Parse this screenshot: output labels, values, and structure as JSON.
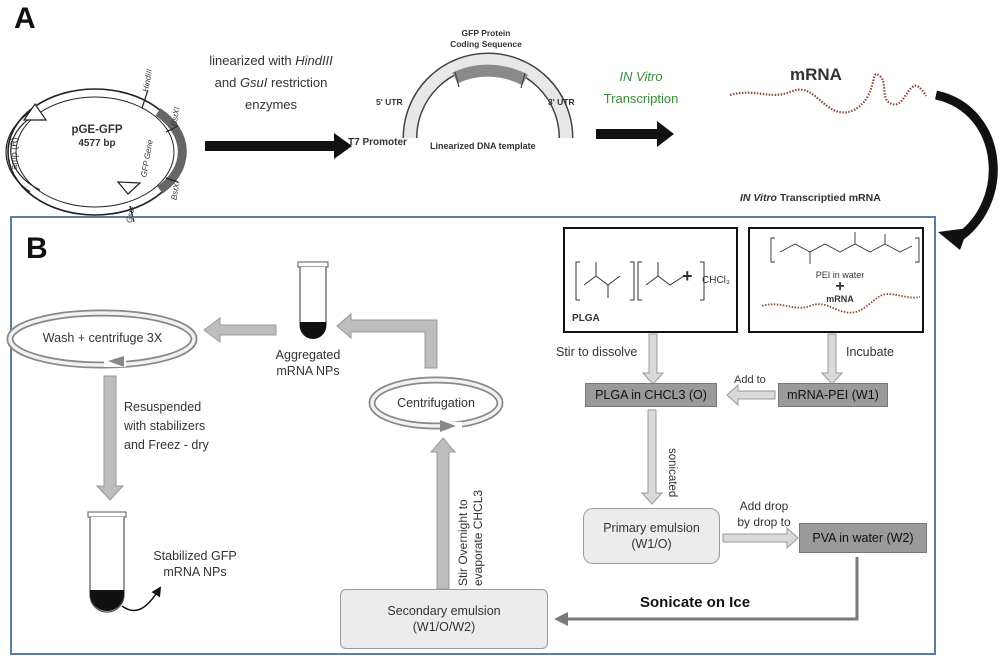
{
  "panel_a": {
    "letter": "A",
    "plasmid_name": "pGE-GFP",
    "plasmid_size": "4577 bp",
    "amp_label": "amp (R)",
    "gfp_gene_label": "GFP Gene",
    "hindiii_label": "HindIII",
    "bstx1_label": "BstXI",
    "bstx2_label": "BstXI",
    "gsui_label": "GsuI",
    "step1_text1": "linearized with ",
    "step1_italic1": "HindIII",
    "step1_text2": "and ",
    "step1_italic2": "GsuI",
    "step1_text3": " restriction",
    "step1_text4": "enzymes",
    "t7_label": "T7 Promoter",
    "gfp_protein_line1": "GFP Protein",
    "gfp_protein_line2": "Coding Sequence",
    "utr5_label": "5' UTR",
    "utr3_label": "3' UTR",
    "template_label": "Linearized DNA template",
    "ivt_italic": "IN Vitro",
    "ivt_text": "Transcription",
    "mrna_label": "mRNA",
    "ivt_mrna_italic": "IN Vitro",
    "ivt_mrna_text": " Transcriptied mRNA"
  },
  "panel_b": {
    "letter": "B",
    "plga_label": "PLGA",
    "chcl3_label": "CHCl₃",
    "pei_label": "PEI in water",
    "mrna_small_label": "mRNA",
    "stir_dissolve": "Stir to dissolve",
    "incubate": "Incubate",
    "add_to": "Add to",
    "plga_box": "PLGA in CHCL3 (O)",
    "mrna_pei_box": "mRNA-PEI (W1)",
    "sonicated": "sonicated",
    "primary_line1": "Primary emulsion",
    "primary_line2": "(W1/O)",
    "add_drop_line1": "Add drop",
    "add_drop_line2": "by drop to",
    "pva_box": "PVA in water (W2)",
    "sonicate_ice": "Sonicate on Ice",
    "secondary_line1": "Secondary emulsion",
    "secondary_line2": "(W1/O/W2)",
    "stir_line1": "Stir Overnight to",
    "stir_line2": "evaporate CHCL3",
    "centrifugation": "Centrifugation",
    "aggregated_line1": "Aggregated",
    "aggregated_line2": "mRNA NPs",
    "wash_label": "Wash +  centrifuge 3X",
    "resuspend_line1": "Resuspended",
    "resuspend_line2": "with stabilizers",
    "resuspend_line3": "and Freez - dry",
    "stabilized_line1": "Stabilized GFP",
    "stabilized_line2": "mRNA NPs"
  },
  "colors": {
    "dark_box": "#9a9a9a",
    "light_box": "#ececec",
    "frame_blue": "#5a7fa0",
    "arrow_dark": "#111111",
    "arrow_gray": "#bdbdbd",
    "green_text": "#3a8a3a",
    "mrna_brown": "#8b4a3a"
  }
}
